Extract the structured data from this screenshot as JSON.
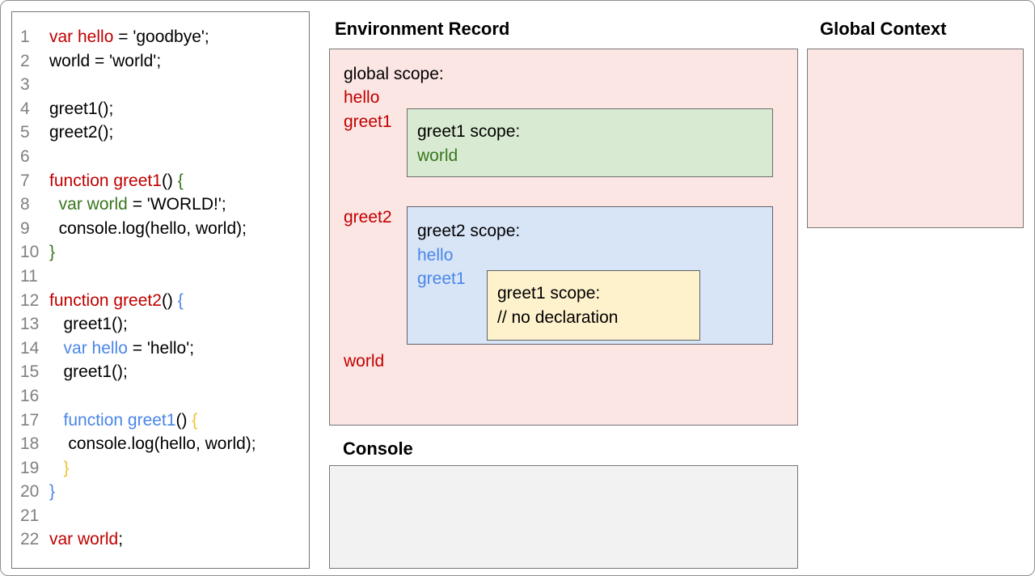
{
  "colors": {
    "red": "#c00000",
    "green": "#38761d",
    "blue": "#4a86e8",
    "yellow": "#f1c232",
    "black": "#000000",
    "line_number_gray": "#808080",
    "pink_fill": "#fce6e4",
    "green_fill": "#d9ead3",
    "blue_fill": "#d8e5f7",
    "yellow_fill": "#fef2cc",
    "console_fill": "#f2f2f2",
    "box_border": "#777777"
  },
  "code_panel": {
    "lines": [
      {
        "num": "1",
        "segs": [
          [
            "var hello",
            "red"
          ],
          [
            " = 'goodbye';",
            "black"
          ]
        ]
      },
      {
        "num": "2",
        "segs": [
          [
            "world = 'world';",
            "black"
          ]
        ]
      },
      {
        "num": "3",
        "segs": []
      },
      {
        "num": "4",
        "segs": [
          [
            "greet1();",
            "black"
          ]
        ]
      },
      {
        "num": "5",
        "segs": [
          [
            "greet2();",
            "black"
          ]
        ]
      },
      {
        "num": "6",
        "segs": []
      },
      {
        "num": "7",
        "segs": [
          [
            "function greet1",
            "red"
          ],
          [
            "() ",
            "black"
          ],
          [
            "{",
            "green"
          ]
        ]
      },
      {
        "num": "8",
        "segs": [
          [
            "  ",
            "black"
          ],
          [
            "var world",
            "green"
          ],
          [
            " = 'WORLD!';",
            "black"
          ]
        ]
      },
      {
        "num": "9",
        "segs": [
          [
            "  console.log(hello, world);",
            "black"
          ]
        ]
      },
      {
        "num": "10",
        "segs": [
          [
            "}",
            "green"
          ]
        ]
      },
      {
        "num": "11",
        "segs": []
      },
      {
        "num": "12",
        "segs": [
          [
            "function greet2",
            "red"
          ],
          [
            "() ",
            "black"
          ],
          [
            "{",
            "blue"
          ]
        ]
      },
      {
        "num": "13",
        "segs": [
          [
            "   greet1();",
            "black"
          ]
        ]
      },
      {
        "num": "14",
        "segs": [
          [
            "   ",
            "black"
          ],
          [
            "var hello",
            "blue"
          ],
          [
            " = 'hello';",
            "black"
          ]
        ]
      },
      {
        "num": "15",
        "segs": [
          [
            "   greet1();",
            "black"
          ]
        ]
      },
      {
        "num": "16",
        "segs": []
      },
      {
        "num": "17",
        "segs": [
          [
            "   ",
            "black"
          ],
          [
            "function greet1",
            "blue"
          ],
          [
            "() ",
            "black"
          ],
          [
            "{",
            "yellow"
          ]
        ]
      },
      {
        "num": "18",
        "segs": [
          [
            "    console.log(hello, world);",
            "black"
          ]
        ]
      },
      {
        "num": "19",
        "segs": [
          [
            "   ",
            "black"
          ],
          [
            "}",
            "yellow"
          ]
        ]
      },
      {
        "num": "20",
        "segs": [
          [
            "}",
            "blue"
          ]
        ]
      },
      {
        "num": "21",
        "segs": []
      },
      {
        "num": "22",
        "segs": [
          [
            "var world",
            "red"
          ],
          [
            ";",
            "black"
          ]
        ]
      }
    ]
  },
  "environment_record": {
    "title": "Environment Record",
    "global_scope_label": "global scope:",
    "globals": [
      "hello",
      "greet1",
      "greet2",
      "world"
    ],
    "greet1_scope": {
      "title": "greet1 scope:",
      "vars": [
        "world"
      ]
    },
    "greet2_scope": {
      "title": "greet2 scope:",
      "vars": [
        "hello",
        "greet1"
      ],
      "inner_greet1_scope": {
        "title": "greet1 scope:",
        "comment": "// no declaration"
      }
    }
  },
  "global_context": {
    "title": "Global Context"
  },
  "console_panel": {
    "title": "Console"
  }
}
